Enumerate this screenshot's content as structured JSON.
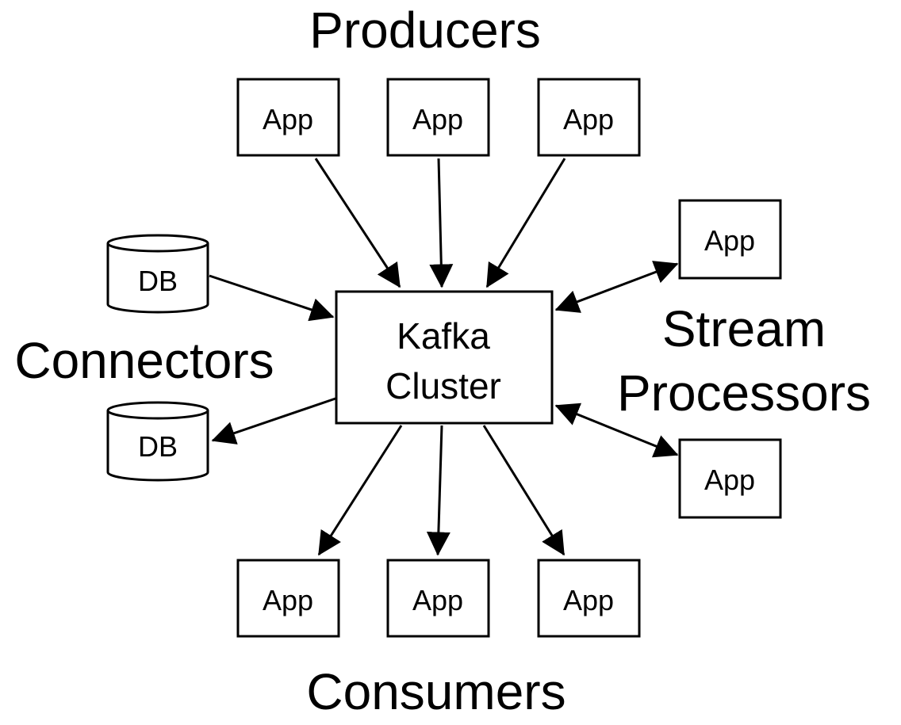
{
  "groups": {
    "producers": "Producers",
    "consumers": "Consumers",
    "connectors": "Connectors",
    "stream_processors_line1": "Stream",
    "stream_processors_line2": "Processors"
  },
  "cluster": {
    "line1": "Kafka",
    "line2": "Cluster"
  },
  "producers": [
    "App",
    "App",
    "App"
  ],
  "consumers": [
    "App",
    "App",
    "App"
  ],
  "stream_processors": [
    "App",
    "App"
  ],
  "connectors": [
    "DB",
    "DB"
  ]
}
